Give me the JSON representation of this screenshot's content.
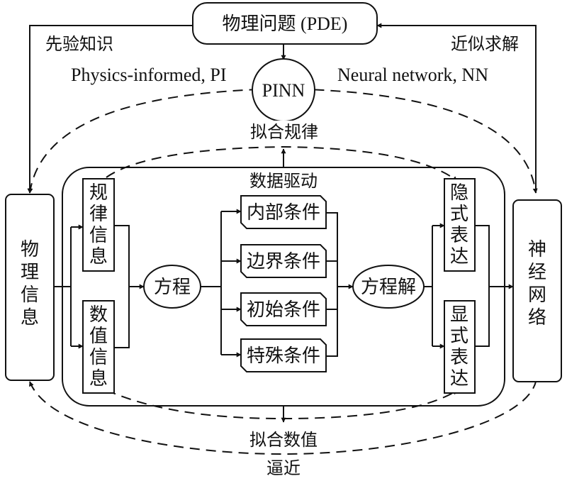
{
  "nodes": {
    "pde": "物理问题 (PDE)",
    "pinn": "PINN",
    "physics_info": [
      "物",
      "理",
      "信",
      "息"
    ],
    "neural_net": [
      "神",
      "经",
      "网",
      "络"
    ],
    "rule_info": [
      "规",
      "律",
      "信",
      "息"
    ],
    "value_info": [
      "数",
      "值",
      "信",
      "息"
    ],
    "equation": "方程",
    "solution": "方程解",
    "implicit": [
      "隐",
      "式",
      "表",
      "达"
    ],
    "explicit": [
      "显",
      "式",
      "表",
      "达"
    ],
    "conditions": [
      "内部条件",
      "边界条件",
      "初始条件",
      "特殊条件"
    ]
  },
  "labels": {
    "prior": "先验知识",
    "approx": "近似求解",
    "physics_informed": "Physics-informed, PI",
    "neural_network": "Neural network, NN",
    "fit_rule": "拟合规律",
    "data_driven": "数据驱动",
    "fit_value": "拟合数值",
    "approach": "逼近"
  }
}
